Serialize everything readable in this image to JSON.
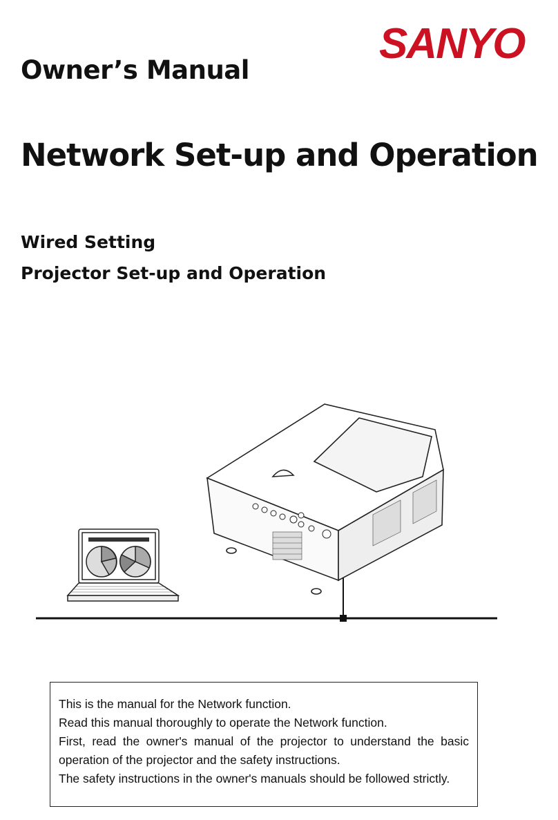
{
  "brand": {
    "logo_text": "SANYO",
    "color": "#cc1122"
  },
  "header": {
    "title": "Owner’s Manual",
    "subtitle": "Network Set-up and Operation"
  },
  "sections": [
    {
      "label": "Wired Setting"
    },
    {
      "label": "Projector Set-up and Operation"
    }
  ],
  "illustration": {
    "laptop_icon": "laptop-icon",
    "projector_icon": "projector-icon",
    "network_line": "network-cable"
  },
  "notice": {
    "line1": "This is the manual for the Network function.",
    "line2": "Read this manual thoroughly to operate the Network function.",
    "line3": "First, read the owner's manual of the projector to understand the basic operation of the projector and the safety instructions.",
    "line4": "The safety instructions in the owner's manuals should be followed strictly."
  }
}
